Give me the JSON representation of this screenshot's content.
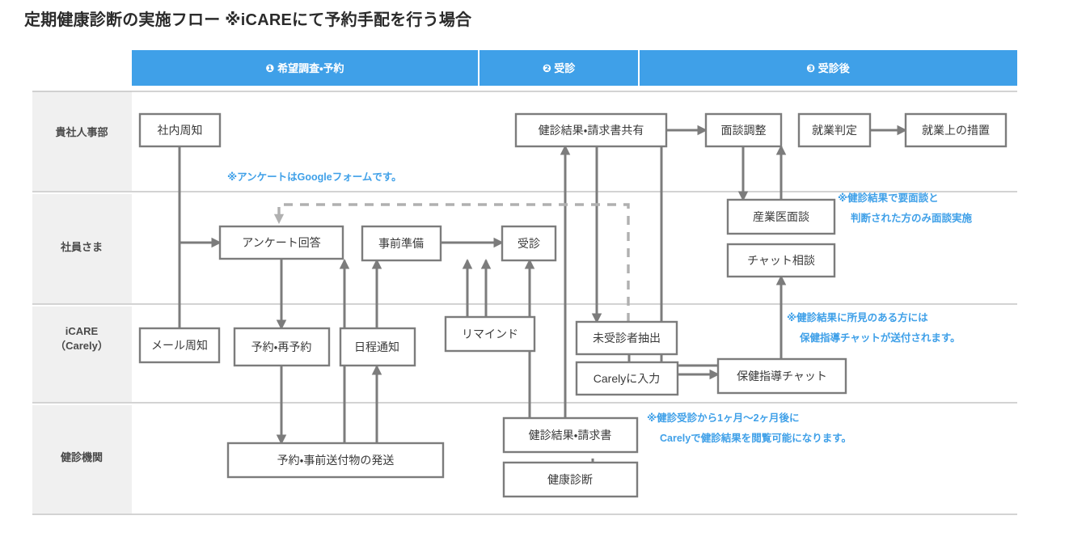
{
  "title": "定期健康診断の実施フロー ※iCAREにて予約手配を行う場合",
  "colors": {
    "accent": "#3fa0e8",
    "note": "#3fa0e8",
    "box_stroke": "#7c7c7c",
    "lane_band": "#f0f0f0",
    "text": "#3a3a3a"
  },
  "phases": [
    {
      "id": "phase-1",
      "label": "❶ 希望調査・予約"
    },
    {
      "id": "phase-2",
      "label": "❷ 受診"
    },
    {
      "id": "phase-3",
      "label": "❸ 受診後"
    }
  ],
  "lanes": [
    {
      "id": "lane-hr",
      "label": "貴社人事部"
    },
    {
      "id": "lane-employee",
      "label": "社員さま"
    },
    {
      "id": "lane-icare",
      "label": "iCARE",
      "label2": "（Carely）"
    },
    {
      "id": "lane-clinic",
      "label": "健診機関"
    }
  ],
  "nodes": [
    {
      "id": "n-shanai-shuchi",
      "label": "社内周知",
      "lane": "lane-hr"
    },
    {
      "id": "n-kenshin-kyoyu",
      "label": "健診結果・請求書共有",
      "lane": "lane-hr"
    },
    {
      "id": "n-mendan-chosei",
      "label": "面談調整",
      "lane": "lane-hr"
    },
    {
      "id": "n-shugyo-hantei",
      "label": "就業判定",
      "lane": "lane-hr"
    },
    {
      "id": "n-shugyo-sochi",
      "label": "就業上の措置",
      "lane": "lane-hr"
    },
    {
      "id": "n-enquete",
      "label": "アンケート回答",
      "lane": "lane-employee"
    },
    {
      "id": "n-jizen-junbi",
      "label": "事前準備",
      "lane": "lane-employee"
    },
    {
      "id": "n-jushin",
      "label": "受診",
      "lane": "lane-employee"
    },
    {
      "id": "n-sangyoi-mendan",
      "label": "産業医面談",
      "lane": "lane-employee"
    },
    {
      "id": "n-chat-sodan",
      "label": "チャット相談",
      "lane": "lane-employee"
    },
    {
      "id": "n-mail-shuchi",
      "label": "メール周知",
      "lane": "lane-icare"
    },
    {
      "id": "n-yoyaku-saiyoyaku",
      "label": "予約・再予約",
      "lane": "lane-icare"
    },
    {
      "id": "n-nittei-tsuchi",
      "label": "日程通知",
      "lane": "lane-icare"
    },
    {
      "id": "n-remind",
      "label": "リマインド",
      "lane": "lane-icare"
    },
    {
      "id": "n-mijushin-chushutsu",
      "label": "未受診者抽出",
      "lane": "lane-icare"
    },
    {
      "id": "n-carely-nyuryoku",
      "label": "Carelyに入力",
      "lane": "lane-icare"
    },
    {
      "id": "n-hoken-shido-chat",
      "label": "保健指導チャット",
      "lane": "lane-icare"
    },
    {
      "id": "n-yoyaku-hassou",
      "label": "予約・事前送付物の発送",
      "lane": "lane-clinic"
    },
    {
      "id": "n-kenshin-seikyu",
      "label": "健診結果・請求書",
      "lane": "lane-clinic"
    },
    {
      "id": "n-kenko-shindan",
      "label": "健康診断",
      "lane": "lane-clinic"
    }
  ],
  "notes": [
    {
      "id": "note-google-form",
      "lines": [
        "※アンケートはGoogleフォームです。"
      ]
    },
    {
      "id": "note-mendan",
      "lines": [
        "※健診結果で要面談と",
        "判断された方のみ面談実施"
      ]
    },
    {
      "id": "note-chat",
      "lines": [
        "※健診結果に所見のある方には",
        "保健指導チャットが送付されます。"
      ]
    },
    {
      "id": "note-carely-view",
      "lines": [
        "※健診受診から1ヶ月～2ヶ月後に",
        "Carelyで健診結果を閲覧可能になります。"
      ]
    }
  ]
}
